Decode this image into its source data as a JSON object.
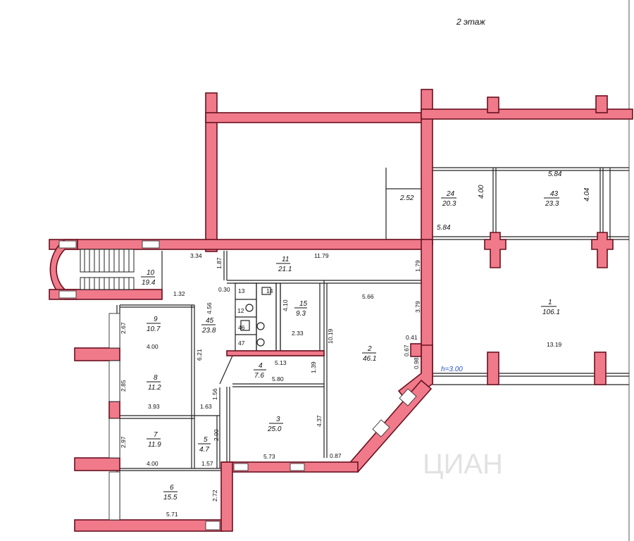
{
  "floor_title": "2 этаж",
  "height_note": "h=3.00",
  "watermark": "ЦИАН",
  "rooms": [
    {
      "id": "1",
      "number": "1",
      "area": "106.1"
    },
    {
      "id": "2",
      "number": "2",
      "area": "46.1"
    },
    {
      "id": "3",
      "number": "3",
      "area": "25.0"
    },
    {
      "id": "4",
      "number": "4",
      "area": "7.6"
    },
    {
      "id": "5",
      "number": "5",
      "area": "4.7"
    },
    {
      "id": "6",
      "number": "6",
      "area": "15.5"
    },
    {
      "id": "7",
      "number": "7",
      "area": "11.9"
    },
    {
      "id": "8",
      "number": "8",
      "area": "11.2"
    },
    {
      "id": "9",
      "number": "9",
      "area": "10.7"
    },
    {
      "id": "10",
      "number": "10",
      "area": "19.4"
    },
    {
      "id": "11",
      "number": "11",
      "area": "21.1"
    },
    {
      "id": "15",
      "number": "15",
      "area": "9.3"
    },
    {
      "id": "24",
      "number": "24",
      "area": "20.3"
    },
    {
      "id": "43",
      "number": "43",
      "area": "23.3"
    },
    {
      "id": "45",
      "number": "45",
      "area": "23.8"
    }
  ],
  "small_rooms": [
    "13",
    "14",
    "12",
    "46",
    "47"
  ],
  "dimensions": [
    "5.84",
    "2.52",
    "4.00",
    "5.84",
    "4.04",
    "3.34",
    "1.87",
    "11.79",
    "1.79",
    "0.30",
    "1.32",
    "4.56",
    "4.10",
    "5.66",
    "3.79",
    "2.33",
    "10.19",
    "0.41",
    "0.67",
    "0.98",
    "13.19",
    "6.21",
    "5.13",
    "1.39",
    "5.80",
    "2.67",
    "4.00",
    "2.85",
    "3.93",
    "1.63",
    "1.56",
    "4.37",
    "2.97",
    "2.00",
    "4.00",
    "1.57",
    "5.73",
    "0.87",
    "2.72",
    "5.71"
  ]
}
